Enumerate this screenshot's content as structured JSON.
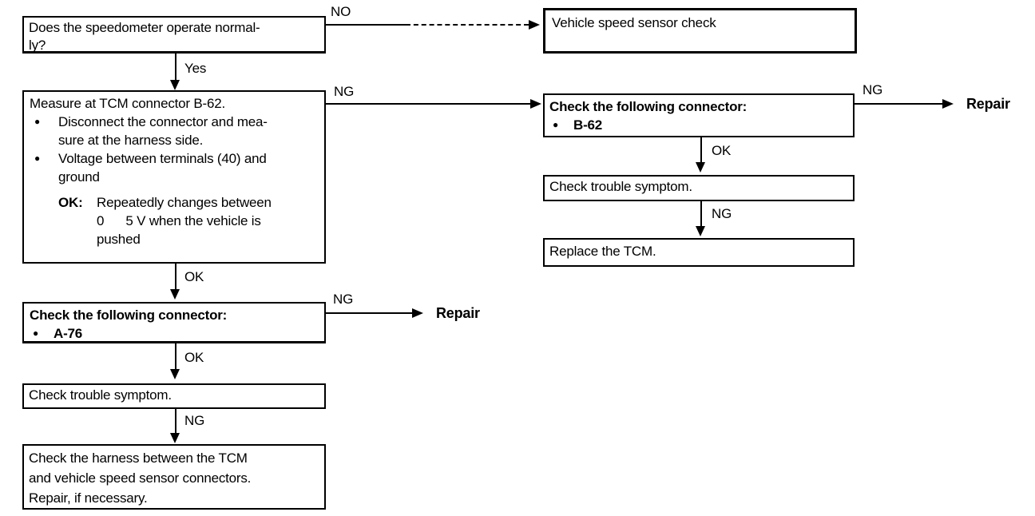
{
  "colors": {
    "ink": "#000000",
    "paper": "#ffffff"
  },
  "flowchart": {
    "bullet_glyph": "●",
    "labels": {
      "yes": "Yes",
      "no": "NO",
      "ng": "NG",
      "ok": "OK"
    },
    "results": {
      "repair": "Repair"
    },
    "boxes": {
      "speedometer_question": {
        "lines": [
          "Does the speedometer operate normal-",
          "ly?"
        ]
      },
      "vehicle_speed_sensor_check": {
        "text": "Vehicle speed sensor check"
      },
      "measure_tcm": {
        "title": "Measure at TCM connector B-62.",
        "bullets": [
          {
            "lines": [
              "Disconnect the connector and mea-",
              "sure at the harness side."
            ]
          },
          {
            "lines": [
              "Voltage between terminals (40) and",
              "ground"
            ]
          }
        ],
        "ok_key": "OK:",
        "ok_lines": [
          "Repeatedly changes between",
          "0      5 V when the vehicle is",
          "pushed"
        ]
      },
      "check_connector_b62": {
        "title": "Check the following connector:",
        "item": "B-62"
      },
      "check_trouble_symptom_right": {
        "text": "Check trouble symptom."
      },
      "replace_tcm": {
        "text": "Replace the TCM."
      },
      "check_connector_a76": {
        "title": "Check the following connector:",
        "item": "A-76"
      },
      "check_trouble_symptom_left": {
        "text": "Check trouble symptom."
      },
      "check_harness": {
        "lines": [
          "Check the harness between the TCM",
          "and vehicle speed sensor connectors.",
          "Repair, if necessary."
        ]
      }
    }
  }
}
